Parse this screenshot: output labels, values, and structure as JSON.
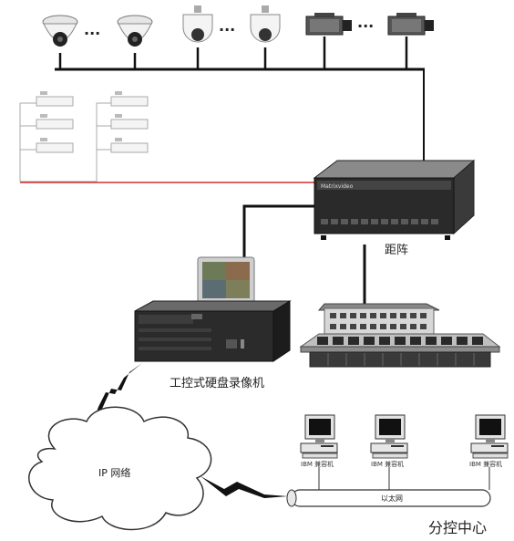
{
  "labels": {
    "matrix": "距阵",
    "dvr": "工控式硬盘录像机",
    "ip_network": "IP 网络",
    "ethernet": "以太网",
    "sub_control_center": "分控中心"
  },
  "ellipsis": "···",
  "pc_labels": [
    "IBM 兼容机",
    "IBM 兼容机",
    "IBM 兼容机"
  ],
  "matrix_brand": "Matrixvideo",
  "colors": {
    "line": "#111111",
    "red_line": "#d03030",
    "device_dark": "#2a2a2a",
    "device_light": "#d9d9d9",
    "cloud_stroke": "#333333"
  },
  "icons": {
    "dome": "dome-camera-icon",
    "ptz": "ptz-dome-camera-icon",
    "box": "box-camera-icon",
    "pc": "computer-icon",
    "lightning": "lightning-link-icon"
  }
}
